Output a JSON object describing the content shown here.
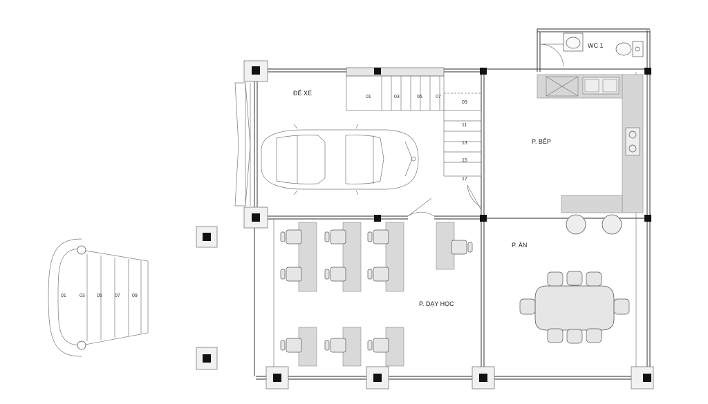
{
  "rooms": {
    "parking": "ĐỂ XE",
    "kitchen": "P. BẾP",
    "dining": "P. ĂN",
    "classroom": "P. DẠY HỌC",
    "wc": "WC 1"
  },
  "stair_main": {
    "top_numbers": [
      "01",
      "03",
      "05",
      "07"
    ],
    "side_numbers": [
      "09",
      "11",
      "13",
      "15",
      "17"
    ]
  },
  "stair_external": {
    "numbers": [
      "01",
      "03",
      "05",
      "07",
      "09"
    ]
  }
}
